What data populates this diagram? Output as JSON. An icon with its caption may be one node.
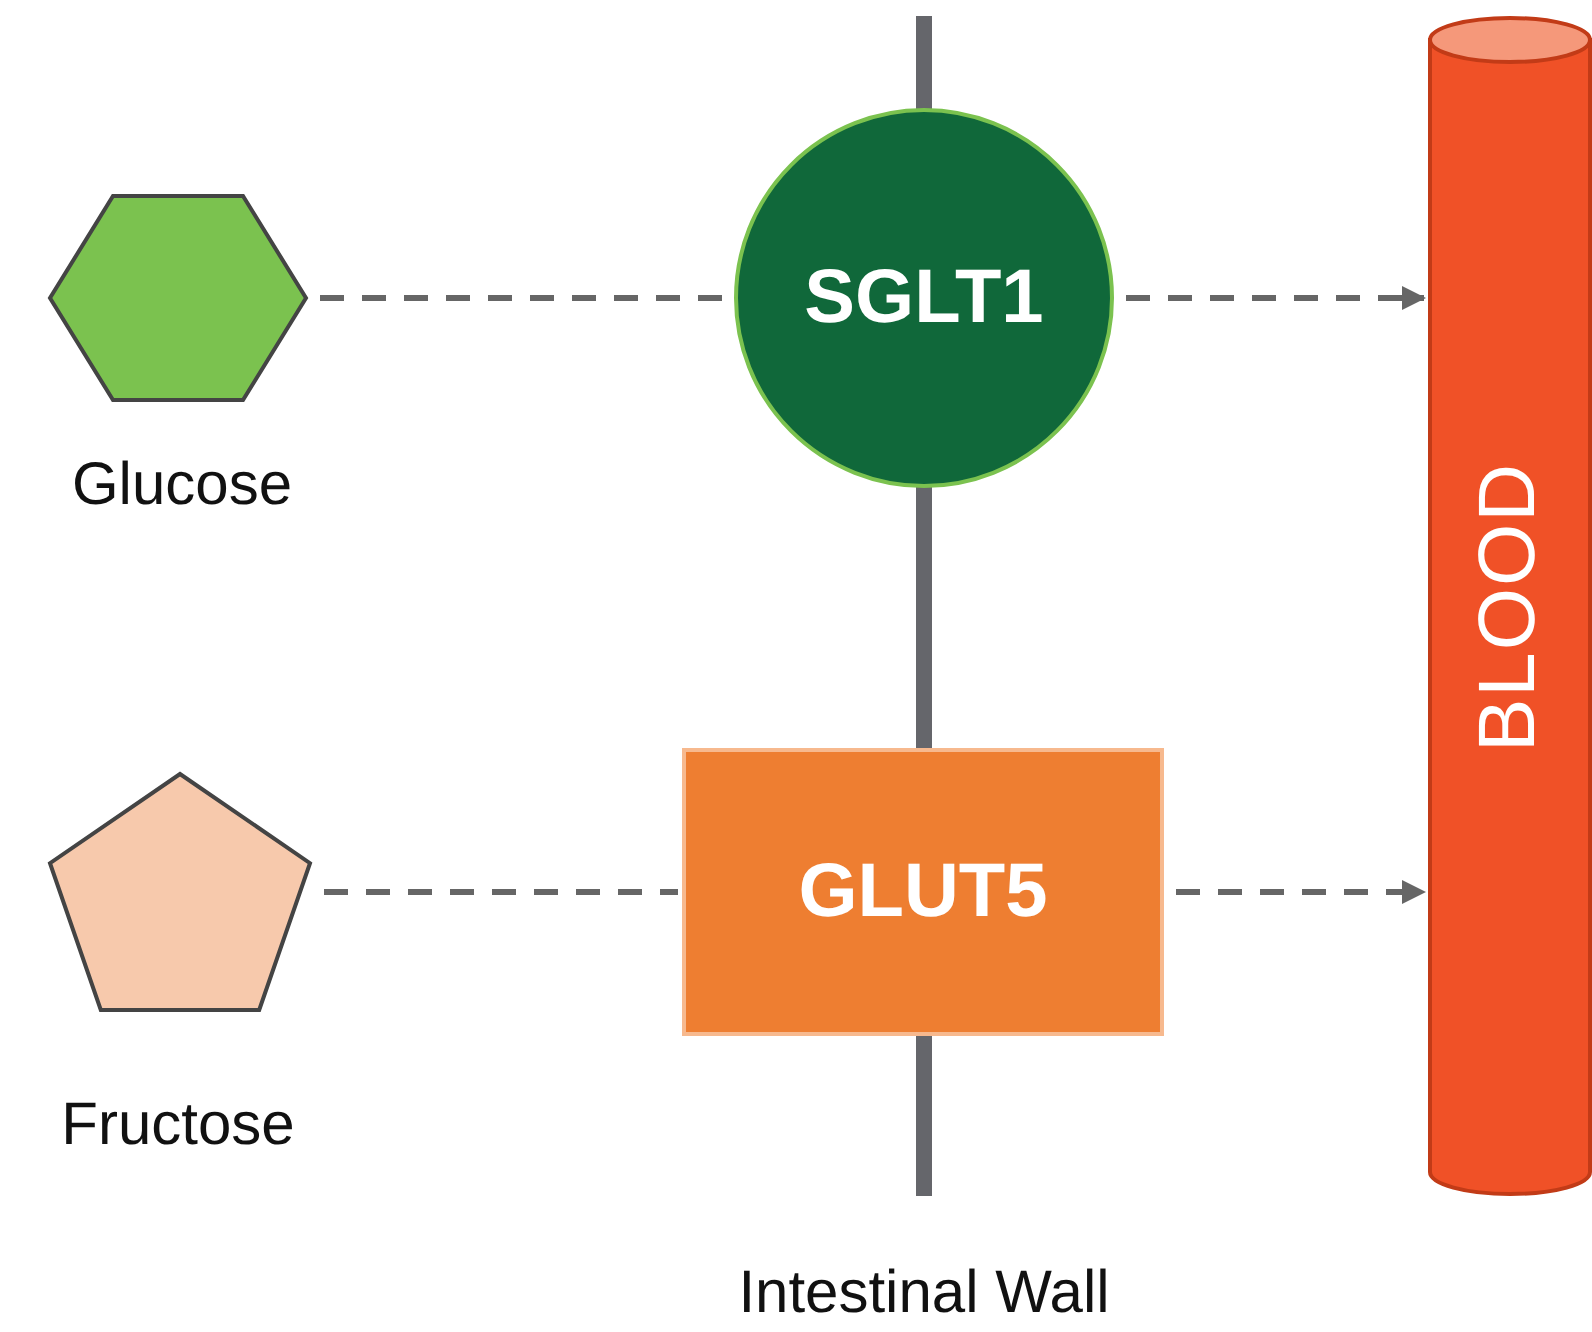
{
  "diagram": {
    "nodes": [
      {
        "text": [],
        "shape": "hexagon",
        "beside": [
          "Glucose"
        ]
      },
      {
        "text": [
          "SGLT1"
        ]
      },
      {
        "text": [
          "BLOOD"
        ]
      },
      {
        "text": [],
        "shape": "pentagon",
        "beside": [
          "Fructose"
        ]
      },
      {
        "text": [
          "GLUT5"
        ]
      }
    ],
    "edges": [
      {
        "from": 0,
        "to": 1,
        "arrow": "none",
        "style": "dashed"
      },
      {
        "from": 1,
        "to": 2,
        "arrow": "to",
        "style": "dashed"
      },
      {
        "from": 3,
        "to": 4,
        "arrow": "none",
        "style": "dashed"
      },
      {
        "from": 4,
        "to": 2,
        "arrow": "to",
        "style": "dashed"
      }
    ],
    "labels": [
      "Intestinal Wall"
    ]
  }
}
